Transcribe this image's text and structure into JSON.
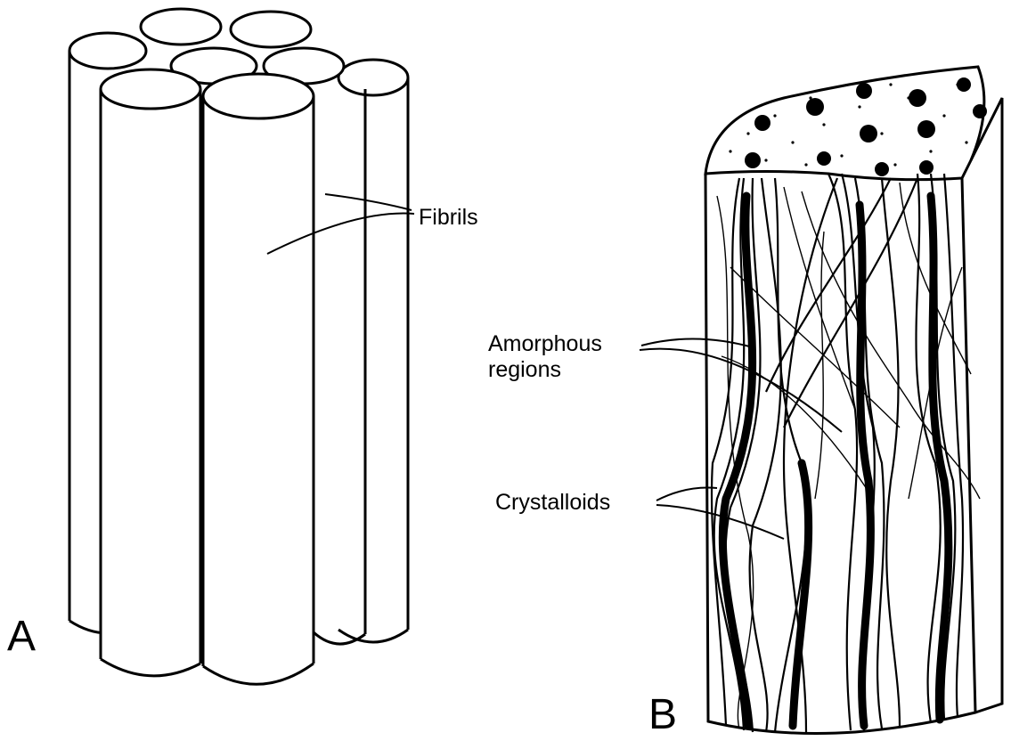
{
  "panels": {
    "a_label": "A",
    "b_label": "B"
  },
  "labels": {
    "fibrils": "Fibrils",
    "amorphous": [
      "Amorphous",
      "regions"
    ],
    "crystalloids": "Crystalloids"
  },
  "colors": {
    "ink": "#000000",
    "paper": "#ffffff"
  }
}
